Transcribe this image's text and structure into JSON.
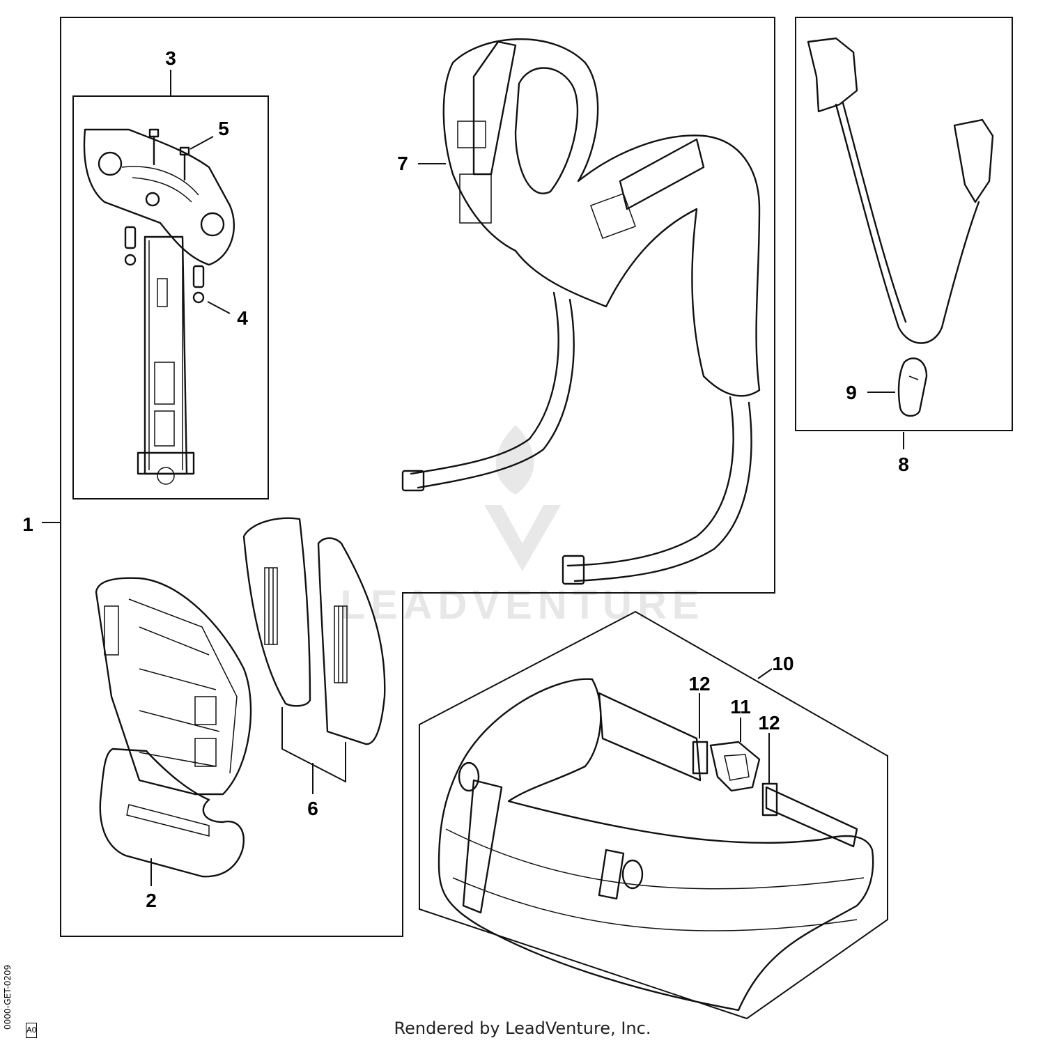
{
  "diagram": {
    "callouts": [
      "1",
      "2",
      "3",
      "4",
      "5",
      "6",
      "7",
      "8",
      "9",
      "10",
      "11",
      "12",
      "12"
    ],
    "watermark": "LEADVENTURE",
    "drawing_code": "0000-GET-0209",
    "drawing_rev": "A0",
    "footer": "Rendered by LeadVenture, Inc."
  }
}
